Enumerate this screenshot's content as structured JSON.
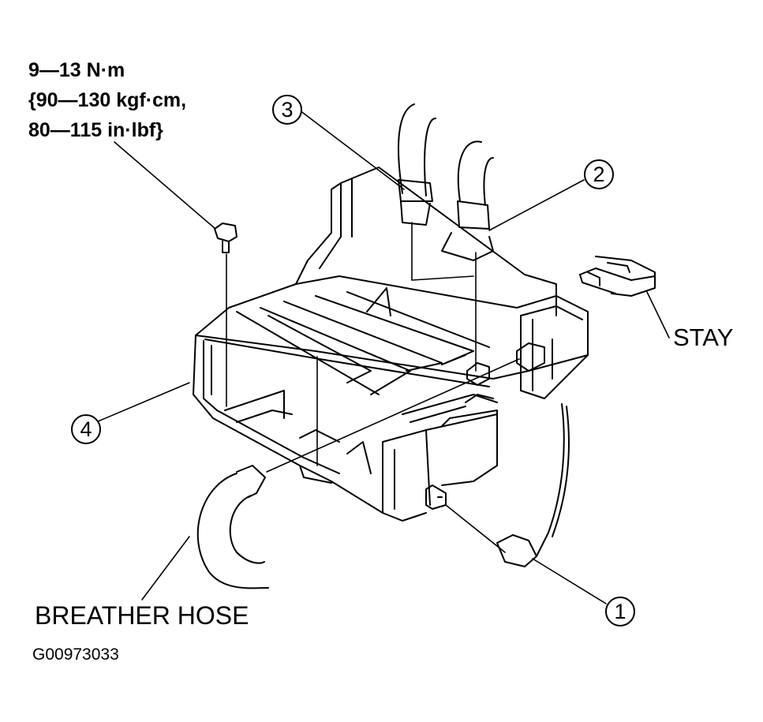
{
  "torque_spec": {
    "line1": "9—13 N·m",
    "line2": "{90—130 kgf·cm,",
    "line3": "80—115 in·lbf}"
  },
  "callouts": {
    "c1": "1",
    "c2": "2",
    "c3": "3",
    "c4": "4"
  },
  "labels": {
    "stay": "STAY",
    "breather_hose": "BREATHER HOSE",
    "figure_code": "G00973033"
  },
  "colors": {
    "line": "#000000",
    "background": "#ffffff"
  }
}
